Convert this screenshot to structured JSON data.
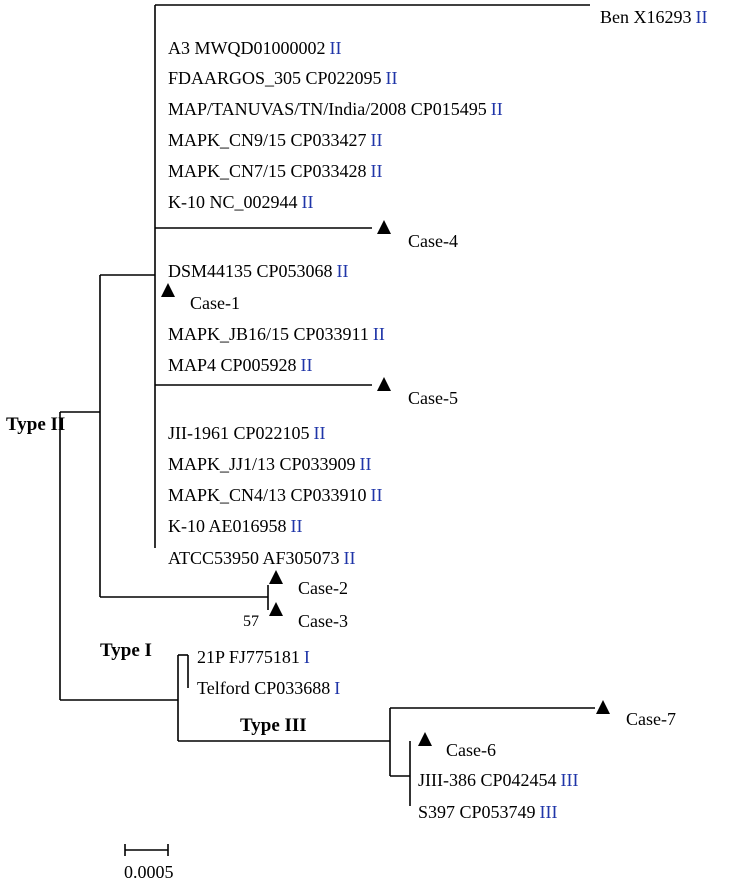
{
  "colors": {
    "line": "#000000",
    "type_label": "#1f35a8",
    "marker": "#000000"
  },
  "leaves": [
    {
      "id": "ben",
      "name": "Ben X16293",
      "type": "II"
    },
    {
      "id": "a3",
      "name": "A3 MWQD01000002",
      "type": "II"
    },
    {
      "id": "fda",
      "name": "FDAARGOS_305 CP022095",
      "type": "II"
    },
    {
      "id": "map_tn",
      "name": "MAP/TANUVAS/TN/India/2008 CP015495",
      "type": "II"
    },
    {
      "id": "cn9",
      "name": "MAPK_CN9/15 CP033427",
      "type": "II"
    },
    {
      "id": "cn7",
      "name": "MAPK_CN7/15 CP033428",
      "type": "II"
    },
    {
      "id": "k10a",
      "name": "K-10 NC_002944",
      "type": "II"
    },
    {
      "id": "dsm",
      "name": "DSM44135 CP053068",
      "type": "II"
    },
    {
      "id": "jb16",
      "name": "MAPK_JB16/15 CP033911",
      "type": "II"
    },
    {
      "id": "map4",
      "name": "MAP4 CP005928",
      "type": "II"
    },
    {
      "id": "jii",
      "name": "JII-1961 CP022105",
      "type": "II"
    },
    {
      "id": "jj1",
      "name": "MAPK_JJ1/13 CP033909",
      "type": "II"
    },
    {
      "id": "cn4",
      "name": "MAPK_CN4/13 CP033910",
      "type": "II"
    },
    {
      "id": "k10b",
      "name": "K-10 AE016958",
      "type": "II"
    },
    {
      "id": "atcc",
      "name": "ATCC53950 AF305073",
      "type": "II"
    },
    {
      "id": "p21",
      "name": "21P FJ775181",
      "type": "I"
    },
    {
      "id": "telford",
      "name": "Telford CP033688",
      "type": "I"
    },
    {
      "id": "jiii",
      "name": "JIII-386 CP042454",
      "type": "III"
    },
    {
      "id": "s397",
      "name": "S397 CP053749",
      "type": "III"
    }
  ],
  "cases": [
    {
      "id": "case4",
      "name": "Case-4"
    },
    {
      "id": "case1",
      "name": "Case-1"
    },
    {
      "id": "case5",
      "name": "Case-5"
    },
    {
      "id": "case2",
      "name": "Case-2"
    },
    {
      "id": "case3",
      "name": "Case-3"
    },
    {
      "id": "case7",
      "name": "Case-7"
    },
    {
      "id": "case6",
      "name": "Case-6"
    }
  ],
  "clade_labels": [
    {
      "id": "type2",
      "prefix": "Type",
      "numeral": "II"
    },
    {
      "id": "type1",
      "prefix": "Type",
      "numeral": "I"
    },
    {
      "id": "type3",
      "prefix": "Type",
      "numeral": "III"
    }
  ],
  "bootstrap": "57",
  "scale_bar": {
    "label": "0.0005",
    "value": 0.0005
  }
}
